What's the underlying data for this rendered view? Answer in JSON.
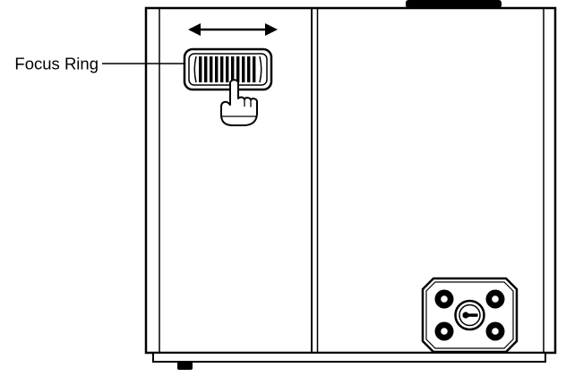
{
  "diagram": {
    "labels": {
      "focus_ring": "Focus Ring"
    },
    "icons": {
      "direction_arrow": "double-headed-horizontal-arrow",
      "hand_pointer": "pointing-hand",
      "focus_wheel": "ribbed-focus-wheel",
      "keypad": "five-button-control-pad",
      "lens_protrusion": "black-lens-tab"
    },
    "colors": {
      "line": "#000000",
      "background": "#ffffff",
      "fill": "#000000"
    }
  }
}
